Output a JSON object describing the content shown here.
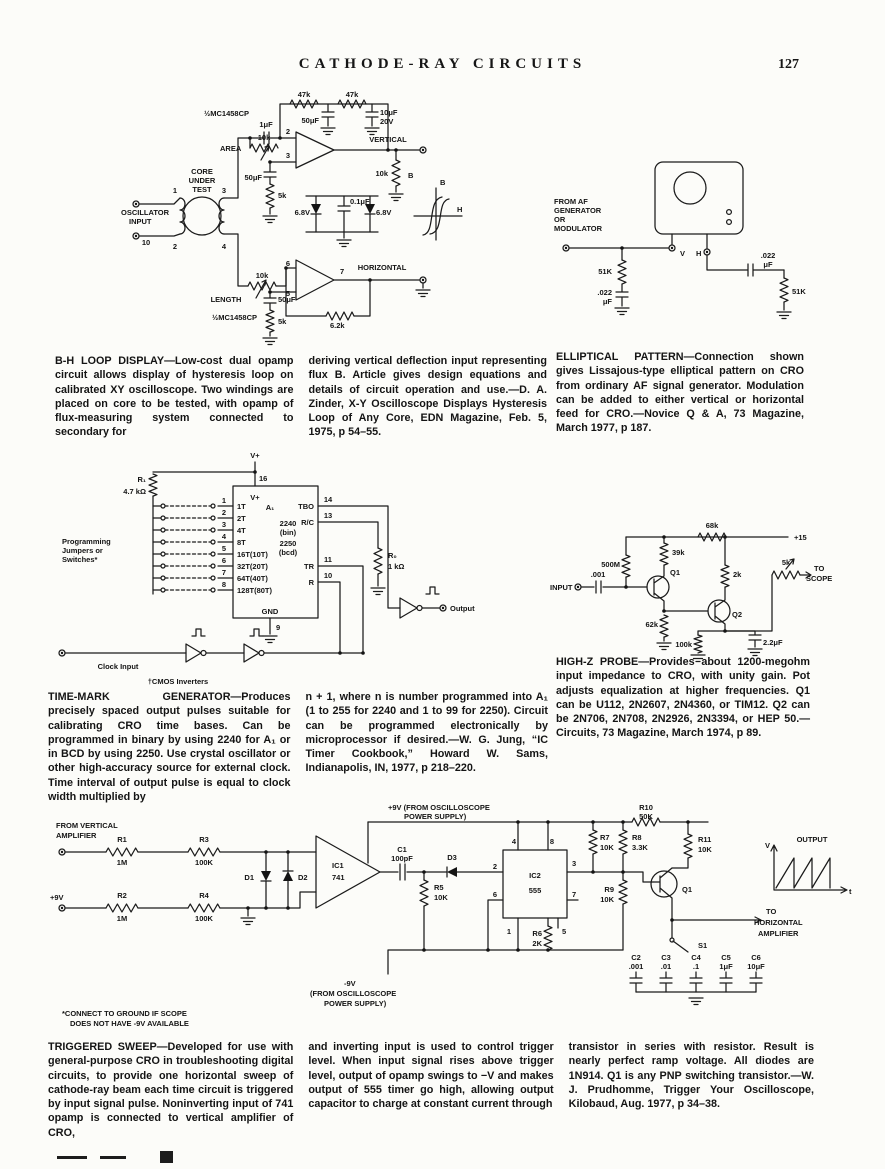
{
  "header": {
    "title": "CATHODE-RAY CIRCUITS",
    "page_number": "127"
  },
  "bh": {
    "caption_title": "B-H LOOP DISPLAY",
    "caption_col1": "—Low-cost dual opamp circuit allows display of hysteresis loop on calibrated XY oscilloscope. Two windings are placed on core to be tested, with opamp of flux-measuring system connected to secondary for",
    "caption_col2": "deriving vertical deflection input representing flux B. Article gives design equations and details of circuit operation and use.—D. A. Zinder, X-Y Oscilloscope Displays Hysteresis Loop of Any Core, EDN Magazine, Feb. 5, 1975, p 54–55.",
    "labels": {
      "osc1": "OSCILLATOR",
      "osc2": "INPUT",
      "core1": "CORE",
      "core2": "UNDER",
      "core3": "TEST",
      "p1": "1",
      "p3": "3",
      "p2": "2",
      "p4": "4",
      "p10": "10",
      "r47a": "47k",
      "r47b": "47k",
      "c50a": "50μF",
      "c10": "10μF",
      "v20": "20V",
      "c1u": "1μF",
      "opamp1": "½MC1458CP",
      "opamp2": "½MC1458CP",
      "pin2": "2",
      "pin3": "3",
      "pin6": "6",
      "pin5": "5",
      "pin7": "7",
      "area": "AREA",
      "area_val": "10k",
      "c50b": "50μF",
      "r5a": "5k",
      "vertical": "VERTICAL",
      "b_out": "B",
      "r10k": "10k",
      "z1": "6.8V",
      "c01": "0.1μF",
      "z2": "6.8V",
      "curve_b": "B",
      "curve_h": "H",
      "len_val": "10k",
      "length": "LENGTH",
      "c50c": "50μF",
      "r5b": "5k",
      "horizontal": "HORIZONTAL",
      "r62": "6.2k"
    }
  },
  "ell": {
    "caption_title": "ELLIPTICAL PATTERN",
    "caption_body": "—Connection shown gives Lissajous-type elliptical pattern on CRO from ordinary AF signal generator. Modulation can be added to either vertical or horizontal feed for CRO.—Novice Q & A, 73 Magazine, March 1977, p 187.",
    "labels": {
      "src1": "FROM AF",
      "src2": "GENERATOR",
      "src3": "OR",
      "src4": "MODULATOR",
      "r51a": "51K",
      "c022a": ".022",
      "uf_a": "μF",
      "c022b": ".022",
      "uf_b": "μF",
      "r51b": "51K",
      "v": "V",
      "h": "H"
    }
  },
  "tm": {
    "caption_title": "TIME-MARK GENERATOR",
    "caption_col1": "—Produces precisely spaced output pulses suitable for calibrating CRO time bases. Can be programmed in binary by using 2240 for A₁ or in BCD by using 2250. Use crystal oscillator or other high-accuracy source for external clock. Time interval of output pulse is equal to clock width multiplied by",
    "caption_col2": "n + 1, where n is number programmed into A₁ (1 to 255 for 2240 and 1 to 99 for 2250). Circuit can be programmed electronically by microprocessor if desired.—W. G. Jung, “IC Timer Cookbook,” Howard W. Sams, Indianapolis, IN, 1977, p 218–220.",
    "labels": {
      "vplus": "V+",
      "vplus_ic": "V+",
      "p16": "16",
      "r1": "R₁",
      "r1v": "4.7 kΩ",
      "a1": "A₁",
      "bin1": "2240",
      "bin2": "(bin)",
      "bcd1": "2250",
      "bcd2": "(bcd)",
      "t1": "1T",
      "t2": "2T",
      "t3": "4T",
      "t4": "8T",
      "t5": "16T(10T)",
      "t6": "32T(20T)",
      "t7": "64T(40T)",
      "t8": "128T(80T)",
      "n1": "1",
      "n2": "2",
      "n3": "3",
      "n4": "4",
      "n5": "5",
      "n6": "6",
      "n7": "7",
      "n8": "8",
      "tbo": "TBO",
      "p14": "14",
      "rc": "R/C",
      "p13": "13",
      "tr": "TR",
      "p11": "11",
      "rr": "R",
      "p10": "10",
      "gnd": "GND",
      "p9": "9",
      "prog1": "Programming",
      "prog2": "Jumpers or",
      "prog3": "Switches*",
      "r0": "R₀",
      "r0v": "1 kΩ",
      "out": "Output",
      "clock": "Clock Input",
      "cmos": "†CMOS Inverters"
    }
  },
  "hz": {
    "caption_title": "HIGH-Z PROBE",
    "caption_body": "—Provides about 1200-megohm input impedance to CRO, with unity gain. Pot adjusts equalization at higher frequencies. Q1 can be U112, 2N2607, 2N4360, or TIM12. Q2 can be 2N706, 2N708, 2N2926, 2N3394, or HEP 50.—Circuits, 73 Magazine, March 1974, p 89.",
    "labels": {
      "input": "INPUT",
      "c001": ".001",
      "r500": "500M",
      "q1": "Q1",
      "r39": "39k",
      "r68": "68k",
      "p15": "+15",
      "r2k": "2k",
      "q2": "Q2",
      "r62": "62k",
      "r100": "100k",
      "c22": "2.2μF",
      "r5k": "5k",
      "to1": "TO",
      "to2": "SCOPE"
    }
  },
  "ts": {
    "caption_title": "TRIGGERED SWEEP",
    "caption_col1": "—Developed for use with general-purpose CRO in troubleshooting digital circuits, to provide one horizontal sweep of cathode-ray beam each time circuit is triggered by input signal pulse. Noninverting input of 741 opamp is connected to vertical amplifier of CRO,",
    "caption_col2": "and inverting input is used to control trigger level. When input signal rises above trigger level, output of opamp swings to −V and makes output of 555 timer go high, allowing output capacitor to charge at constant current through",
    "caption_col3": "transistor in series with resistor. Result is nearly perfect ramp voltage. All diodes are 1N914. Q1 is any PNP switching transistor.—W. J. Prudhomme, Trigger Your Oscilloscope, Kilobaud, Aug. 1977, p 34–38.",
    "labels": {
      "from1": "FROM VERTICAL",
      "from2": "AMPLIFIER",
      "r1": "R1",
      "r1v": "1M",
      "r3": "R3",
      "r3v": "100K",
      "p9": "+9V",
      "r2": "R2",
      "r2v": "1M",
      "r4": "R4",
      "r4v": "100K",
      "p9top1": "+9V (FROM OSCILLOSCOPE",
      "p9top2": "POWER SUPPLY)",
      "d1": "D1",
      "d2": "D2",
      "d3": "D3",
      "ic1": "IC1",
      "ic1v": "741",
      "c1": "C1",
      "c1v": "100pF",
      "r5": "R5",
      "r5v": "10K",
      "ic2": "IC2",
      "ic2v": "555",
      "p4": "4",
      "p8": "8",
      "p2": "2",
      "p3": "3",
      "p6": "6",
      "p7": "7",
      "p1": "1",
      "p5": "5",
      "r6": "R6",
      "r6v": "2K",
      "r7": "R7",
      "r7v": "10K",
      "r8": "R8",
      "r8v": "3.3K",
      "r9": "R9",
      "r9v": "10K",
      "r10": "R10",
      "r10v": "50K",
      "r11": "R11",
      "r11v": "10K",
      "q1": "Q1",
      "vax": "V",
      "out": "OUTPUT",
      "tax": "t",
      "to1": "TO",
      "to2": "HORIZONTAL",
      "to3": "AMPLIFIER",
      "m9v1": "-9V",
      "m9v2": "(FROM OSCILLOSCOPE",
      "m9v3": "POWER SUPPLY)",
      "note1": "*CONNECT TO GROUND IF SCOPE",
      "note2": "DOES NOT HAVE -9V AVAILABLE",
      "s1": "S1",
      "c2": "C2",
      "c2v": ".001",
      "c3": "C3",
      "c3v": ".01",
      "c4": "C4",
      "c4v": ".1",
      "c5": "C5",
      "c5v": "1μF",
      "c6": "C6",
      "c6v": "10μF"
    }
  }
}
